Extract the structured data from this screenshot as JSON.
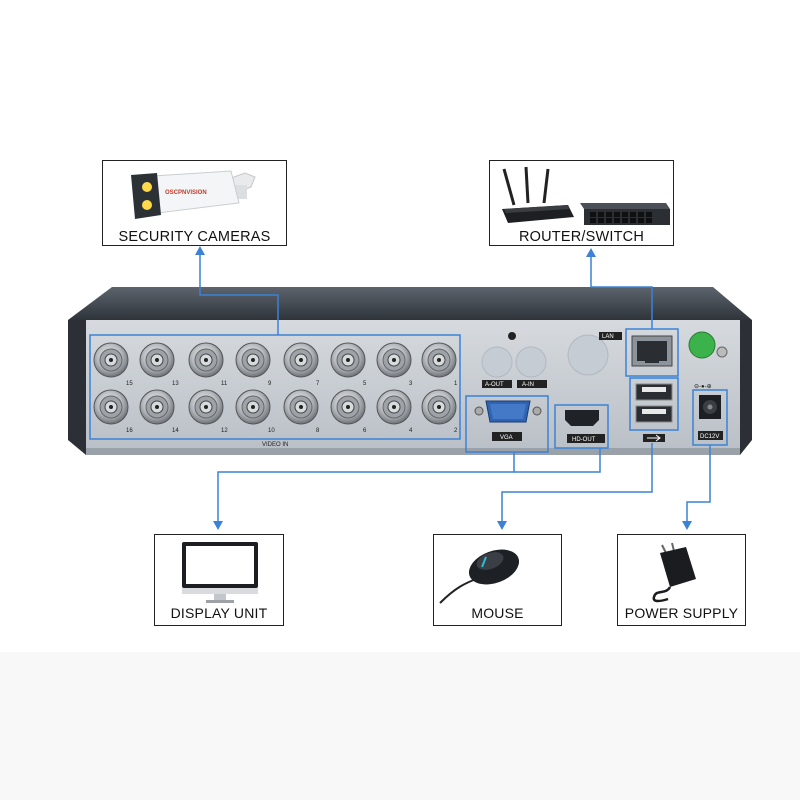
{
  "labels": {
    "security_cameras": "SECURITY CAMERAS",
    "router_switch": "ROUTER/SWITCH",
    "display_unit": "DISPLAY UNIT",
    "mouse": "MOUSE",
    "power_supply": "POWER SUPPLY"
  },
  "camera_brand": "OSCPNVISION",
  "panel": {
    "video_in": "VIDEO IN",
    "a_out": "A-OUT",
    "a_in": "A-IN",
    "lan": "LAN",
    "vga": "VGA",
    "hd_out": "HD-OUT",
    "dc12v": "DC12V",
    "polarity": "⊖-●-⊕",
    "ports_top": [
      "15",
      "13",
      "11",
      "9",
      "7",
      "5",
      "3",
      "1"
    ],
    "ports_bottom": [
      "16",
      "14",
      "12",
      "10",
      "8",
      "6",
      "4",
      "2"
    ]
  },
  "colors": {
    "connector_line": "#3b82d6",
    "device_body": "#3a3f47",
    "panel": "#c9ced5"
  }
}
